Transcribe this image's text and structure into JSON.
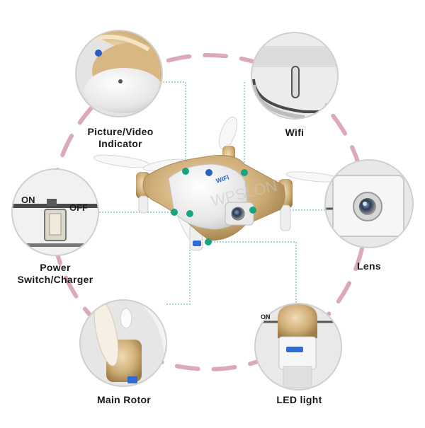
{
  "callouts": {
    "picture_video": {
      "line1": "Picture/Video",
      "line2": "Indicator"
    },
    "wifi": {
      "text": "Wifi"
    },
    "power": {
      "line1": "Power",
      "line2": "Switch/Charger"
    },
    "lens": {
      "text": "Lens"
    },
    "main_rotor": {
      "text": "Main Rotor"
    },
    "led_light": {
      "text": "LED light"
    }
  },
  "switch_labels": {
    "on": "ON",
    "off": "OFF"
  },
  "led_switch_label": "ON",
  "drone_badge": "WIFI",
  "watermark": "WPSLON",
  "colors": {
    "ring": "#dba9b8",
    "connector": "#4ea8a5",
    "dot": "#19a37e",
    "drone_gold": "#cfae78",
    "drone_white": "#f2f2f2",
    "circle_border": "#d0d0d0"
  }
}
